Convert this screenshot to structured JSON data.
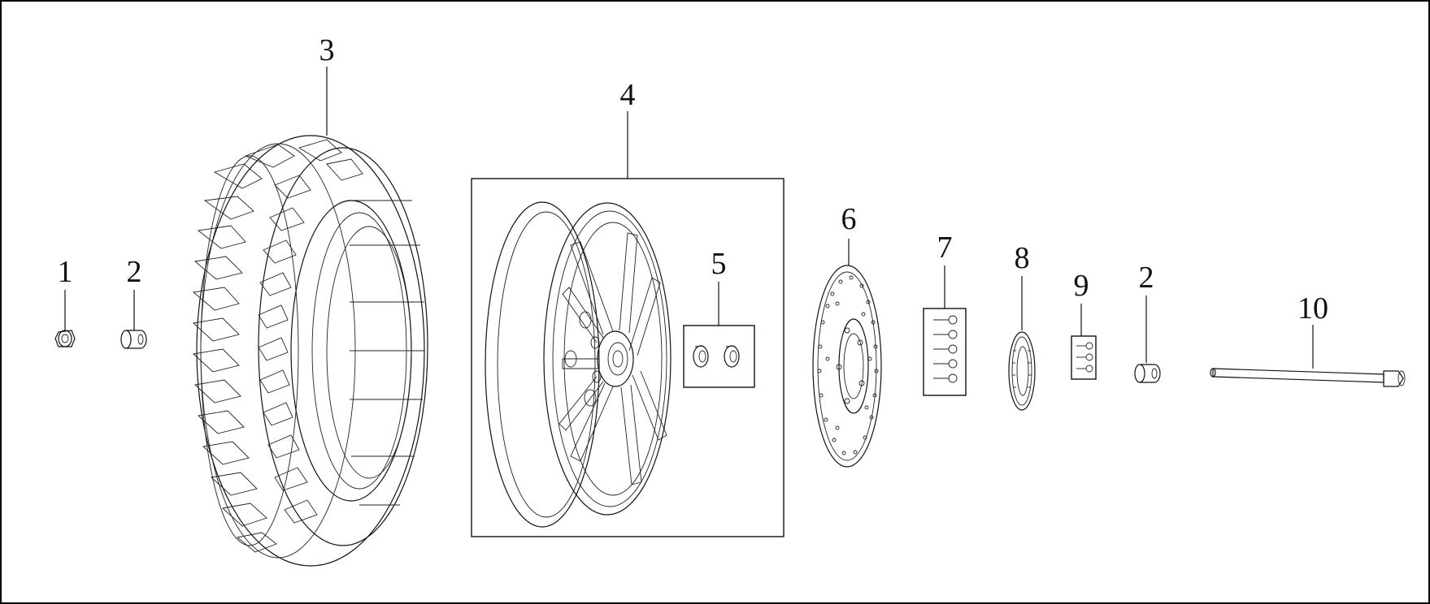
{
  "callouts": {
    "c1": "1",
    "c2a": "2",
    "c3": "3",
    "c4": "4",
    "c5": "5",
    "c6": "6",
    "c7": "7",
    "c8": "8",
    "c9": "9",
    "c2b": "2",
    "c10": "10"
  }
}
